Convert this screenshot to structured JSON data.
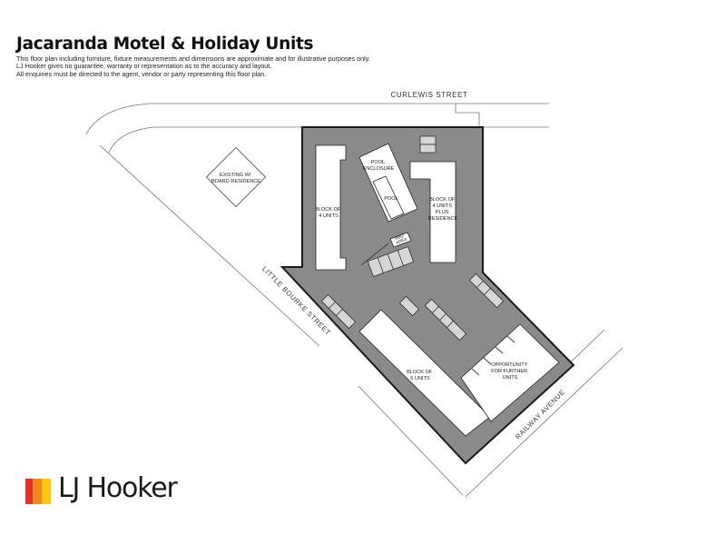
{
  "title": "Jacaranda Motel & Holiday Units",
  "disclaimer": [
    "This floor plan including furniture, fixture measurements and dimensions are approximate and for illustrative purposes only.",
    "LJ Hooker gives no guarantee, warranty or representation as to the accuracy and layout.",
    "All enquiries must be directed to the agent, vendor or party representing this floor plan."
  ],
  "streets": {
    "curlewis": "CURLEWIS   STREET",
    "little_bourke": "LITTLE  BOURKE  STREET",
    "railway": "RAILWAY  AVENUE"
  },
  "labels": {
    "existing_residence": [
      "EXISTING W/",
      "BOARD RESIDENCE"
    ],
    "block_west": [
      "BLOCK OF",
      "4 UNITS"
    ],
    "pool_enclosure": [
      "POOL",
      "ENCLOSURE"
    ],
    "pool": "POOL",
    "block_east": [
      "BLOCK OF",
      "4 UNITS",
      "PLUS",
      "RESIDENCE"
    ],
    "bbq_area": [
      "BBQ",
      "AREA"
    ],
    "block_south": [
      "BLOCK OF",
      "6 UNITS"
    ],
    "opportunity": [
      "OPPORTUNITY",
      "FOR FURTHER",
      "UNITS"
    ]
  },
  "colors": {
    "site": "#8a8a8a",
    "building": "#ffffff",
    "parking": "#d6d6d6",
    "outline": "#1a1a1a",
    "logo_red": "#e4322b",
    "logo_orange": "#f08a1c",
    "logo_yellow": "#fcc90f"
  },
  "logo": {
    "icon": "lj-hooker-stripes",
    "text": "LJ Hooker"
  }
}
